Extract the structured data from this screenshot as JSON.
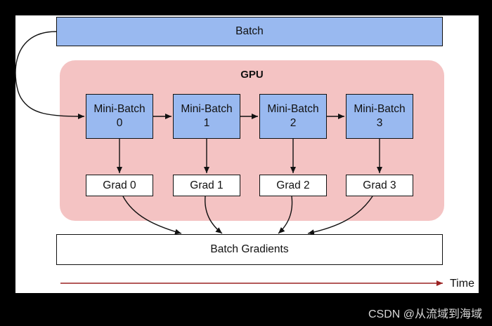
{
  "batch": {
    "label": "Batch"
  },
  "gpu": {
    "label": "GPU"
  },
  "mini_batches": [
    {
      "title": "Mini-Batch",
      "index": "0"
    },
    {
      "title": "Mini-Batch",
      "index": "1"
    },
    {
      "title": "Mini-Batch",
      "index": "2"
    },
    {
      "title": "Mini-Batch",
      "index": "3"
    }
  ],
  "grads": [
    "Grad 0",
    "Grad 1",
    "Grad 2",
    "Grad 3"
  ],
  "batch_gradients": {
    "label": "Batch Gradients"
  },
  "timeline": {
    "label": "Time"
  },
  "watermark": "CSDN @从流域到海域",
  "colors": {
    "mini_batch_fill": "#99b9f0",
    "gpu_region_fill": "#f4c3c3",
    "time_arrow": "#9b2222",
    "background": "#000000"
  }
}
